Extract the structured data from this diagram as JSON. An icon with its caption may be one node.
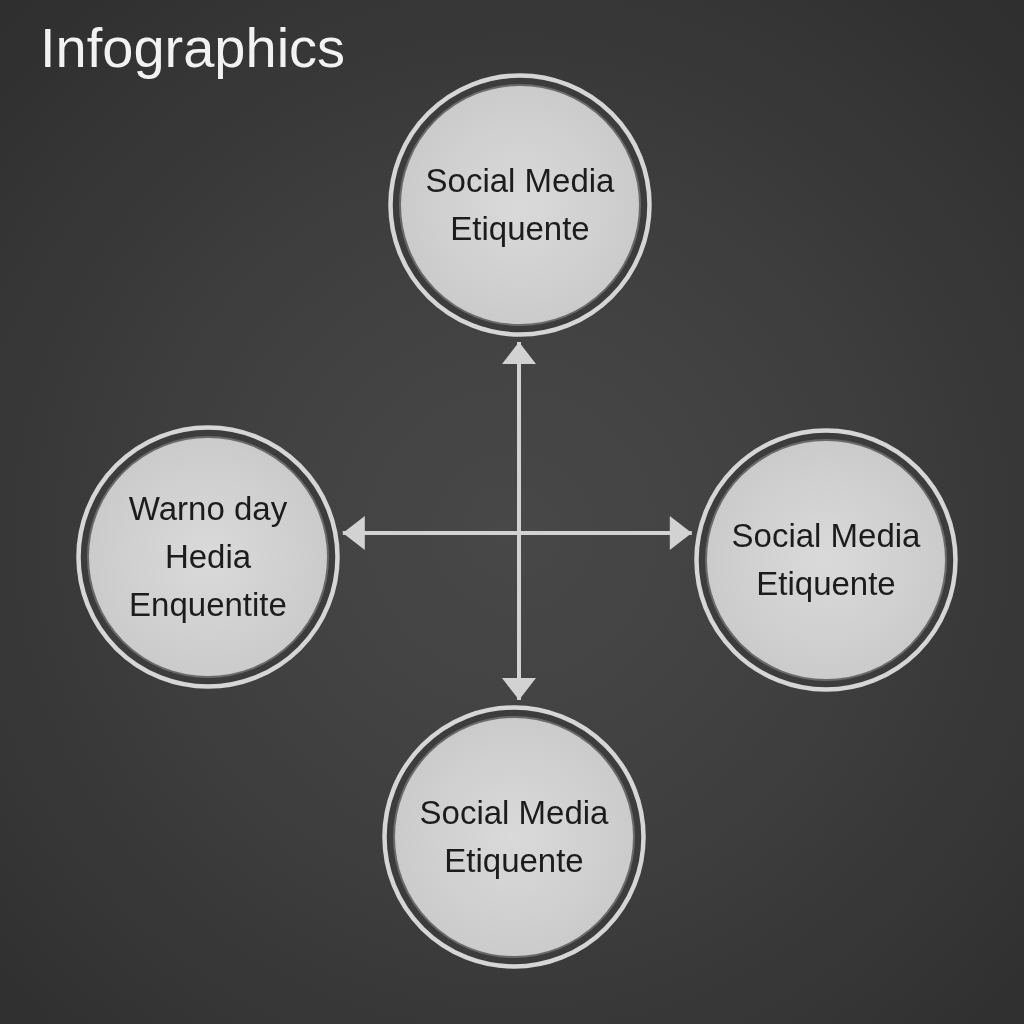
{
  "diagram": {
    "title": "Infographics",
    "nodes": [
      {
        "text": [
          "Social Media Etiquente"
        ]
      },
      {
        "text": [
          "Warno day Hedia Enquentite"
        ]
      },
      {
        "text": [
          "Social Media Etiquente"
        ]
      },
      {
        "text": [
          "Social Media Etiquente"
        ]
      }
    ],
    "edges": [
      {
        "from": 0,
        "to": 3,
        "arrow": "both"
      },
      {
        "from": 1,
        "to": 2,
        "arrow": "both"
      }
    ]
  }
}
